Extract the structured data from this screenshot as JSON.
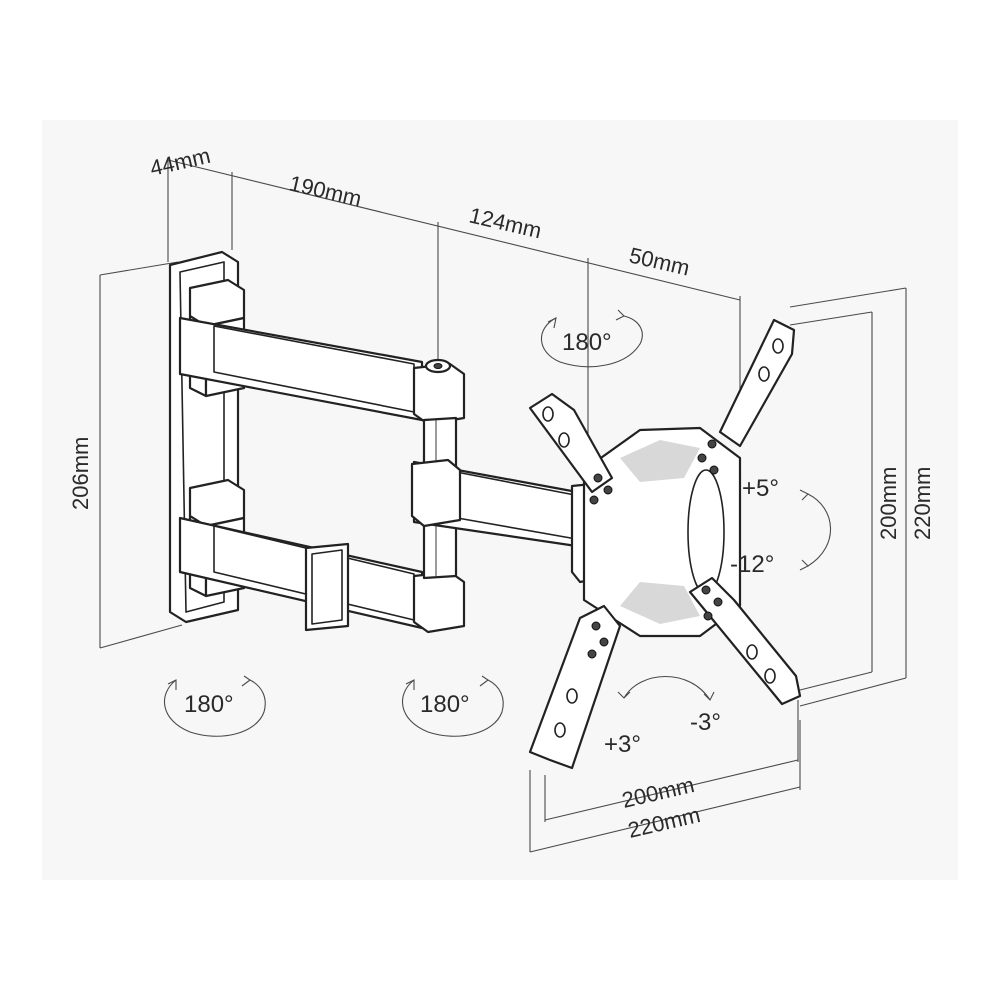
{
  "dimensions": {
    "wall_plate_depth": "44mm",
    "arm1_length": "190mm",
    "arm2_length": "124mm",
    "bracket_offset": "50mm",
    "plate_height": "206mm",
    "vesa_height_inner": "200mm",
    "vesa_height_outer": "220mm",
    "vesa_width_inner": "200mm",
    "vesa_width_outer": "220mm"
  },
  "rotations": {
    "swivel_top": "180°",
    "swivel_wall": "180°",
    "swivel_middle": "180°",
    "tilt_up": "+5°",
    "tilt_down": "-12°",
    "level_plus": "+3°",
    "level_minus": "-3°"
  }
}
